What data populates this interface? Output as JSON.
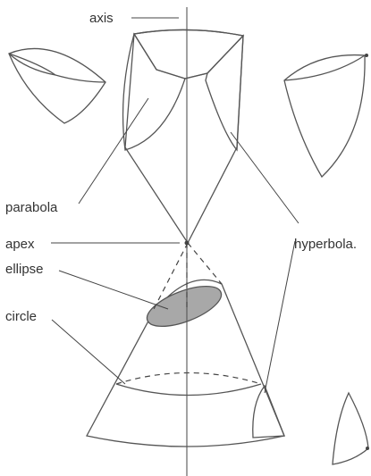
{
  "labels": {
    "axis": "axis",
    "parabola": "parabola",
    "apex": "apex",
    "hyperbola": "hyperbola.",
    "ellipse": "ellipse",
    "circle": "circle"
  },
  "colors": {
    "surface_light": "#f2f2f2",
    "surface_mid": "#d9d9d9",
    "section_dark": "#9a9a9a",
    "section_gray": "#b4b4b4",
    "stroke": "#555555",
    "text": "#333333"
  }
}
